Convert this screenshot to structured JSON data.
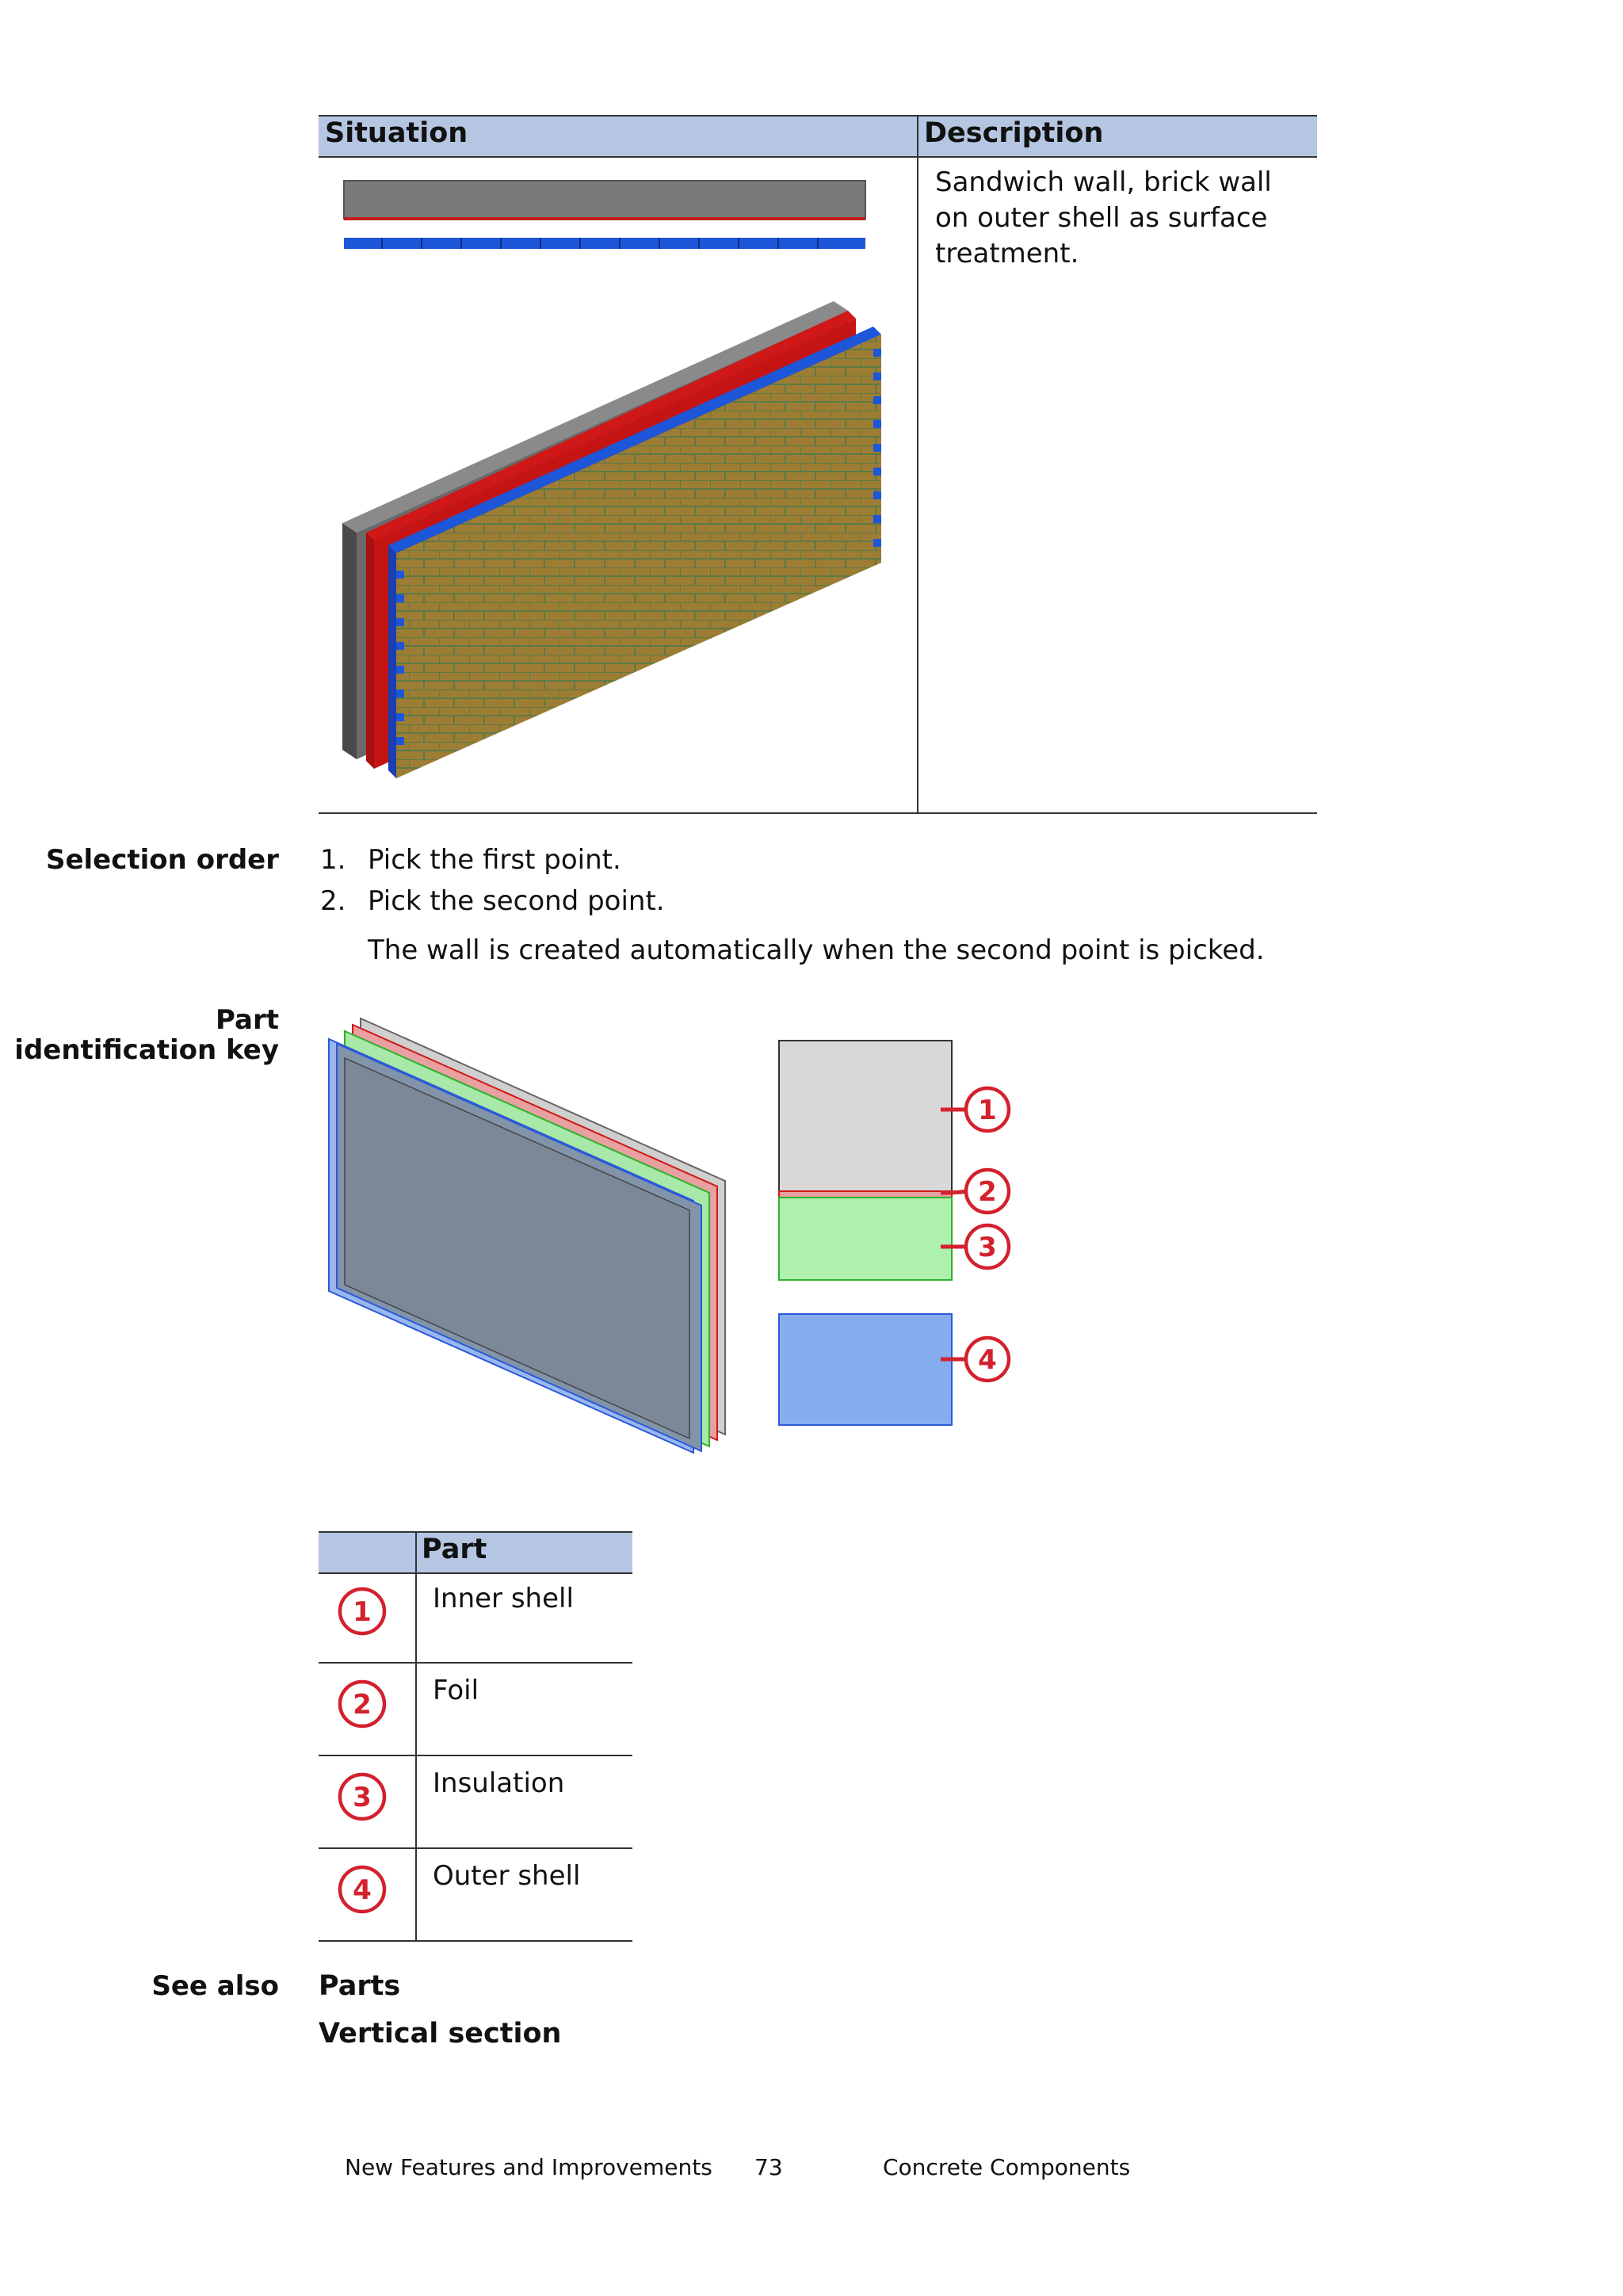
{
  "situation_table": {
    "header_situation": "Situation",
    "header_description": "Description",
    "description": "Sandwich wall, brick wall on outer shell as surface treatment."
  },
  "selection_order": {
    "label": "Selection order",
    "steps": [
      {
        "number": "1.",
        "text": "Pick the first point."
      },
      {
        "number": "2.",
        "text": "Pick the second point."
      }
    ],
    "note": "The wall is created automatically when the second point is picked."
  },
  "part_id": {
    "label_line1": "Part",
    "label_line2": "identification key",
    "callouts": [
      "1",
      "2",
      "3",
      "4"
    ]
  },
  "parts_table": {
    "header": "Part",
    "rows": [
      {
        "num": "1",
        "name": "Inner shell"
      },
      {
        "num": "2",
        "name": "Foil"
      },
      {
        "num": "3",
        "name": "Insulation"
      },
      {
        "num": "4",
        "name": "Outer shell"
      }
    ]
  },
  "see_also": {
    "label": "See also",
    "links": [
      "Parts",
      "Vertical section"
    ]
  },
  "footer": {
    "left": "New Features and Improvements",
    "page": "73",
    "right": "Concrete Components"
  },
  "colors": {
    "header_bg": "#b5c6e2",
    "callout_red": "#d3212d",
    "inner_shell": "#c8c8c8",
    "insulation": "#aef0ae",
    "outer_shell": "#7fa8ec"
  }
}
